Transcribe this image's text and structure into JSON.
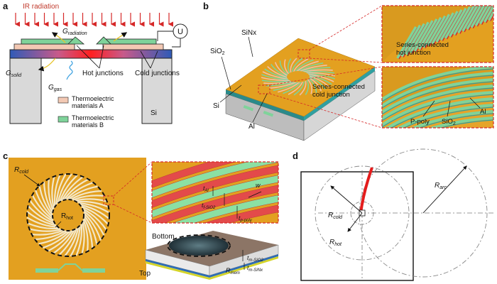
{
  "colors": {
    "gold": "#e0a323",
    "gold_dark": "#c98a12",
    "green": "#7fd39a",
    "salmon": "#f0b8a0",
    "red": "#d62828",
    "gray": "#d9d9d9",
    "blue": "#2f6db5",
    "teal": "#23907c"
  },
  "panel_a": {
    "label": "a",
    "ir": "IR radiation",
    "g_radiation": "G",
    "g_radiation_sub": "radiation",
    "g_solid": "G",
    "g_solid_sub": "solid",
    "g_gas": "G",
    "g_gas_sub": "gas",
    "hot_junctions": "Hot junctions",
    "cold_junctions": "Cold junctions",
    "meter": "U",
    "si": "Si",
    "legend_a_line1": "Thermoelectric",
    "legend_a_line2": "materials A",
    "legend_b_line1": "Thermoelectric",
    "legend_b_line2": "materials B"
  },
  "panel_b": {
    "label": "b",
    "sinx": "SiNx",
    "sio2": "SiO",
    "sio2_sub": "2",
    "si": "Si",
    "al": "Al",
    "cold_junction_line1": "Series-connected",
    "cold_junction_line2": "cold junction",
    "hot_junction_line1": "Series-connected",
    "hot_junction_line2": "hot junction",
    "ppoly": "P-poly",
    "sio2_inset": "SiO",
    "sio2_inset_sub": "2",
    "al_inset": "Al"
  },
  "panel_c": {
    "label": "c",
    "r_cold": "R",
    "r_cold_sub": "cold",
    "r_hot": "R",
    "r_hot_sub": "hot",
    "t_al": "t",
    "t_al_sub": "Al",
    "t_sio2": "t",
    "t_sio2_sub": "f-SiO2",
    "t_ppoly": "t",
    "t_ppoly_sub": "p-poly",
    "w": "w",
    "bottom": "Bottom",
    "top": "Top",
    "r_mem": "R",
    "r_mem_sub": "mem",
    "t_m_sio2": "t",
    "t_m_sio2_sub": "m-SiO2",
    "t_m_sinx": "t",
    "t_m_sinx_sub": "m-SiNx"
  },
  "panel_d": {
    "label": "d",
    "r_arc": "R",
    "r_arc_sub": "arc",
    "r_cold": "R",
    "r_cold_sub": "cold",
    "r_hot": "R",
    "r_hot_sub": "hot"
  }
}
